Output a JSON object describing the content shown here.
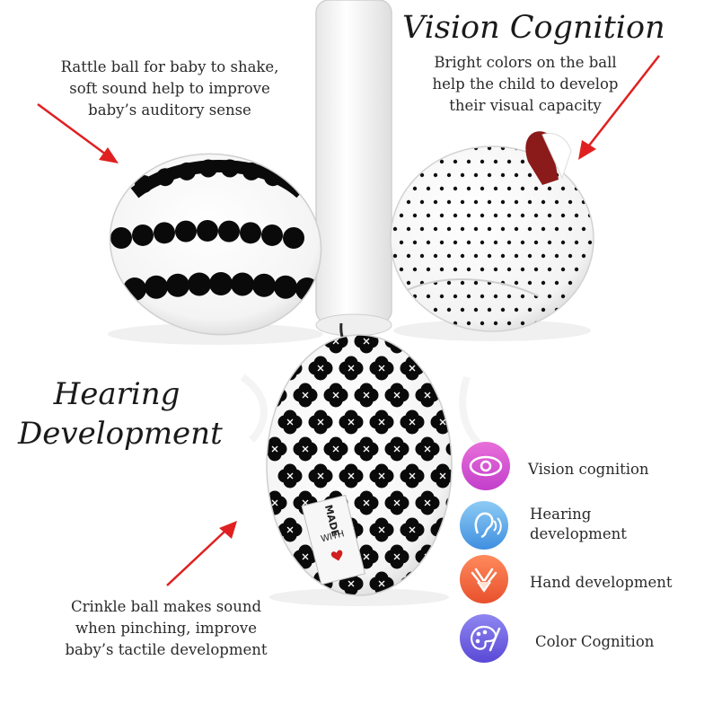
{
  "headings": {
    "vision": "Vision Cognition",
    "hearing_line1": "Hearing",
    "hearing_line2": "Development"
  },
  "captions": {
    "rattle": [
      "Rattle ball for baby to shake,",
      "soft sound help to improve",
      "baby’s auditory sense"
    ],
    "vision": [
      "Bright colors on the ball",
      "help the child to develop",
      "their visual capacity"
    ],
    "crinkle": [
      "Crinkle ball makes sound",
      "when pinching, improve",
      "baby’s tactile development"
    ]
  },
  "tag_text": {
    "line1": "MADE",
    "line2": "WITH"
  },
  "features": [
    {
      "label": "Vision cognition",
      "icon": "eye-icon",
      "color_top": "#e86fd9",
      "color_bottom": "#c23fcb"
    },
    {
      "label_line1": "Hearing",
      "label_line2": "development",
      "icon": "ear-icon",
      "color_top": "#8ecbf5",
      "color_bottom": "#3f8fe0"
    },
    {
      "label": "Hand development",
      "icon": "hands-icon",
      "color_top": "#ff8a5c",
      "color_bottom": "#e8502d"
    },
    {
      "label": "Color Cognition",
      "icon": "palette-icon",
      "color_top": "#8f86f0",
      "color_bottom": "#5a49d6"
    }
  ],
  "colors": {
    "arrow": "#e02020",
    "ribbon": "#8b1a1a",
    "pattern": "#0a0a0a"
  }
}
